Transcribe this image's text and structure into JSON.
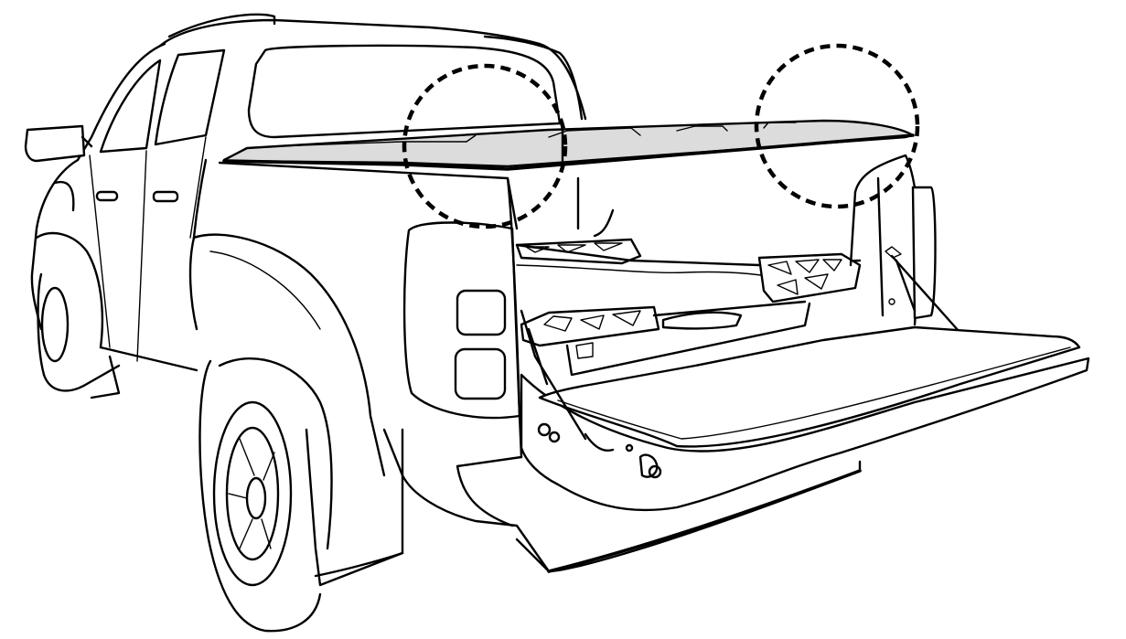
{
  "figure": {
    "subject": "pickup-truck-rear-three-quarter-view",
    "style": "black line art on white",
    "colors": {
      "line": "#000000",
      "background": "#ffffff",
      "highlighted_part_fill": "#dcdcdc"
    },
    "highlighted_part": "tonneau-cover-rail",
    "callouts": [
      {
        "id": "left-rail-end",
        "style": "dashed-circle"
      },
      {
        "id": "right-rail-end",
        "style": "dashed-circle"
      }
    ]
  }
}
